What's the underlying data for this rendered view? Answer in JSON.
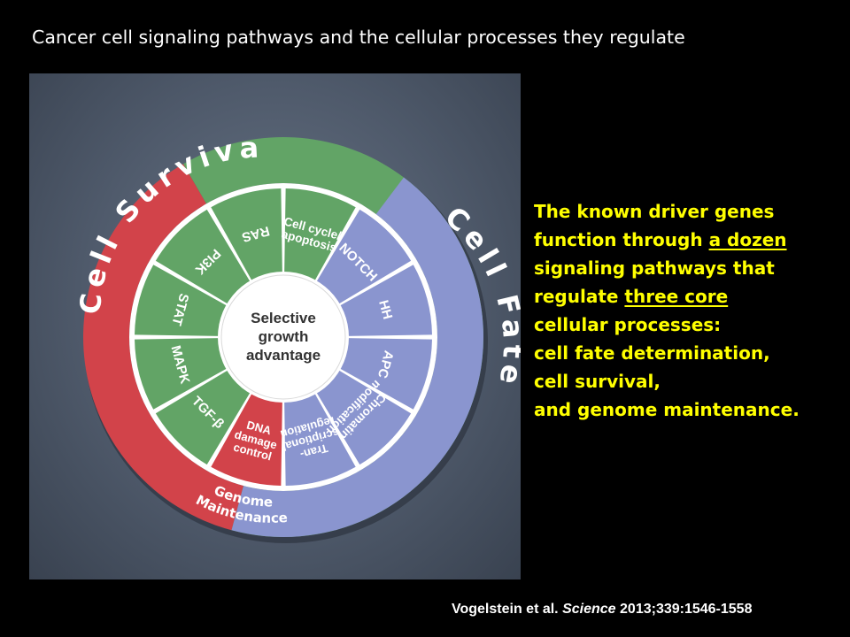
{
  "slide": {
    "title": "Cancer cell signaling pathways and the cellular processes they regulate"
  },
  "wheel": {
    "center_label": [
      "Selective",
      "growth",
      "advantage"
    ],
    "processes": {
      "cell_survival": {
        "label": "Cell Survival",
        "color": "#62a466"
      },
      "cell_fate": {
        "label": "Cell Fate",
        "color": "#8a95cf"
      },
      "genome_maintenance": {
        "label": [
          "Genome",
          "Maintenance"
        ],
        "color": "#d2434a"
      }
    },
    "pathways": [
      {
        "key": "cell-cycle-apoptosis",
        "lines": [
          "Cell cycle/",
          "apoptosis"
        ],
        "process": "cell_survival"
      },
      {
        "key": "notch",
        "lines": [
          "NOTCH"
        ],
        "process": "cell_fate"
      },
      {
        "key": "hh",
        "lines": [
          "HH"
        ],
        "process": "cell_fate"
      },
      {
        "key": "apc",
        "lines": [
          "APC"
        ],
        "process": "cell_fate"
      },
      {
        "key": "chromatin-modification",
        "lines": [
          "Chromatin",
          "modification"
        ],
        "process": "cell_fate"
      },
      {
        "key": "transcriptional-regulation",
        "lines": [
          "Tran-",
          "scriptional",
          "regulation"
        ],
        "process": "cell_fate"
      },
      {
        "key": "dna-damage-control",
        "lines": [
          "DNA",
          "damage",
          "control"
        ],
        "process": "genome_maintenance"
      },
      {
        "key": "tgf-beta",
        "lines": [
          "TGF-β"
        ],
        "process": "cell_survival"
      },
      {
        "key": "mapk",
        "lines": [
          "MAPK"
        ],
        "process": "cell_survival"
      },
      {
        "key": "stat",
        "lines": [
          "STAT"
        ],
        "process": "cell_survival"
      },
      {
        "key": "pi3k",
        "lines": [
          "PI3K"
        ],
        "process": "cell_survival"
      },
      {
        "key": "ras",
        "lines": [
          "RAS"
        ],
        "process": "cell_survival"
      }
    ]
  },
  "summary": {
    "line1": "The known driver genes",
    "line2_pre": "function through ",
    "line2_ul": "a dozen",
    "line3": "signaling pathways that",
    "line4_pre": "regulate ",
    "line4_ul": "three core",
    "line5": "cellular processes:",
    "line6": "cell fate determination,",
    "line7": "cell survival,",
    "line8": "and genome maintenance."
  },
  "citation": {
    "authors": "Vogelstein et al.",
    "journal": "Science",
    "details": "2013;339:1546-1558"
  }
}
